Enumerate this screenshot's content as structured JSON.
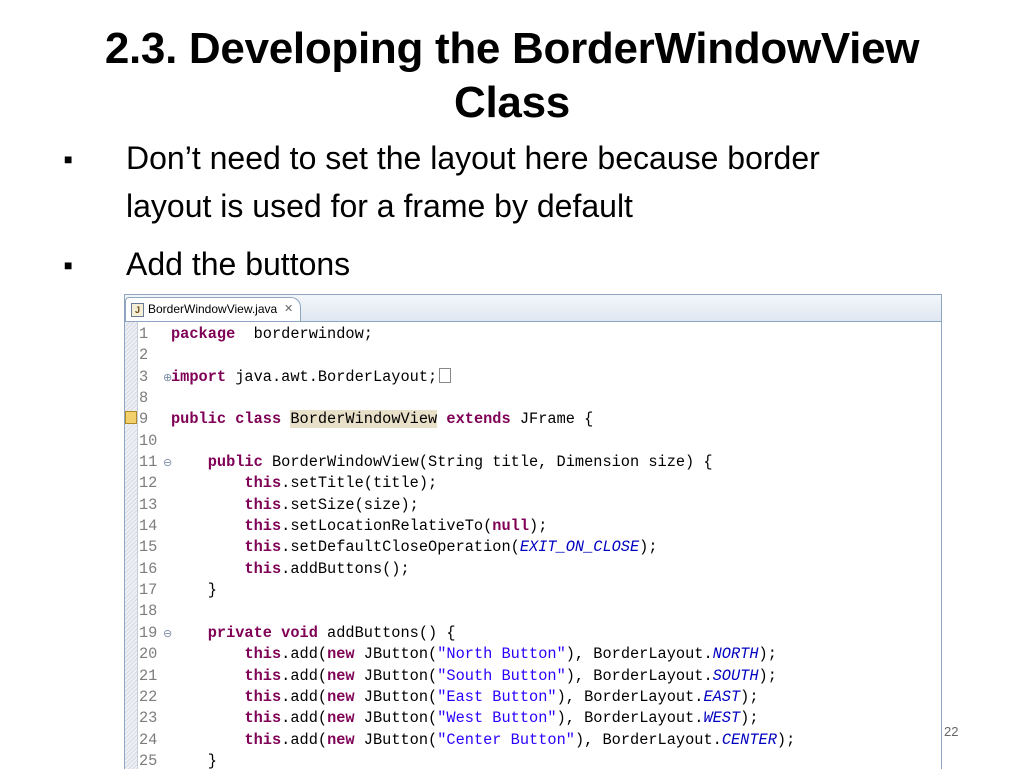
{
  "slide": {
    "title_line1": "2.3. Developing the BorderWindowView",
    "title_line2": "Class",
    "bullets": [
      "Don’t need to set the layout here because border",
      "layout is used for a frame by default",
      "Add the buttons"
    ],
    "bullet_symbol": "■",
    "page_number": "22"
  },
  "editor": {
    "tab_label": "BorderWindowView.java",
    "tab_icon": "java-file-icon",
    "close_glyph": "✕",
    "lines": [
      {
        "n": "1",
        "fold": "",
        "segs": [
          [
            "kw",
            "package"
          ],
          [
            "",
            "  borderwindow;"
          ]
        ]
      },
      {
        "n": "2",
        "fold": "",
        "segs": []
      },
      {
        "n": "3",
        "fold": "⊕",
        "segs": [
          [
            "kw",
            "import"
          ],
          [
            "",
            " java.awt.BorderLayout;"
          ]
        ],
        "folded": true
      },
      {
        "n": "8",
        "fold": "",
        "segs": []
      },
      {
        "n": "9",
        "fold": "",
        "segs": [
          [
            "kw",
            "public class "
          ],
          [
            "hl",
            "BorderWindowView"
          ],
          [
            "",
            " "
          ],
          [
            "kw",
            "extends"
          ],
          [
            "",
            " JFrame {"
          ]
        ]
      },
      {
        "n": "10",
        "fold": "",
        "segs": []
      },
      {
        "n": "11",
        "fold": "⊖",
        "segs": [
          [
            "",
            "    "
          ],
          [
            "kw",
            "public"
          ],
          [
            "",
            " BorderWindowView(String title, Dimension size) {"
          ]
        ]
      },
      {
        "n": "12",
        "fold": "",
        "segs": [
          [
            "",
            "        "
          ],
          [
            "kw",
            "this"
          ],
          [
            "",
            ".setTitle(title);"
          ]
        ]
      },
      {
        "n": "13",
        "fold": "",
        "segs": [
          [
            "",
            "        "
          ],
          [
            "kw",
            "this"
          ],
          [
            "",
            ".setSize(size);"
          ]
        ]
      },
      {
        "n": "14",
        "fold": "",
        "segs": [
          [
            "",
            "        "
          ],
          [
            "kw",
            "this"
          ],
          [
            "",
            ".setLocationRelativeTo("
          ],
          [
            "kw",
            "null"
          ],
          [
            "",
            ");"
          ]
        ]
      },
      {
        "n": "15",
        "fold": "",
        "segs": [
          [
            "",
            "        "
          ],
          [
            "kw",
            "this"
          ],
          [
            "",
            ".setDefaultCloseOperation("
          ],
          [
            "const",
            "EXIT_ON_CLOSE"
          ],
          [
            "",
            ");"
          ]
        ]
      },
      {
        "n": "16",
        "fold": "",
        "segs": [
          [
            "",
            "        "
          ],
          [
            "kw",
            "this"
          ],
          [
            "",
            ".addButtons();"
          ]
        ]
      },
      {
        "n": "17",
        "fold": "",
        "segs": [
          [
            "",
            "    }"
          ]
        ]
      },
      {
        "n": "18",
        "fold": "",
        "segs": []
      },
      {
        "n": "19",
        "fold": "⊖",
        "segs": [
          [
            "",
            "    "
          ],
          [
            "kw",
            "private void"
          ],
          [
            "",
            " addButtons() {"
          ]
        ]
      },
      {
        "n": "20",
        "fold": "",
        "segs": [
          [
            "",
            "        "
          ],
          [
            "kw",
            "this"
          ],
          [
            "",
            ".add("
          ],
          [
            "kw",
            "new"
          ],
          [
            "",
            " JButton("
          ],
          [
            "str",
            "\"North Button\""
          ],
          [
            "",
            "), BorderLayout."
          ],
          [
            "const",
            "NORTH"
          ],
          [
            "",
            ");"
          ]
        ]
      },
      {
        "n": "21",
        "fold": "",
        "segs": [
          [
            "",
            "        "
          ],
          [
            "kw",
            "this"
          ],
          [
            "",
            ".add("
          ],
          [
            "kw",
            "new"
          ],
          [
            "",
            " JButton("
          ],
          [
            "str",
            "\"South Button\""
          ],
          [
            "",
            "), BorderLayout."
          ],
          [
            "const",
            "SOUTH"
          ],
          [
            "",
            ");"
          ]
        ]
      },
      {
        "n": "22",
        "fold": "",
        "segs": [
          [
            "",
            "        "
          ],
          [
            "kw",
            "this"
          ],
          [
            "",
            ".add("
          ],
          [
            "kw",
            "new"
          ],
          [
            "",
            " JButton("
          ],
          [
            "str",
            "\"East Button\""
          ],
          [
            "",
            "), BorderLayout."
          ],
          [
            "const",
            "EAST"
          ],
          [
            "",
            ");"
          ]
        ]
      },
      {
        "n": "23",
        "fold": "",
        "segs": [
          [
            "",
            "        "
          ],
          [
            "kw",
            "this"
          ],
          [
            "",
            ".add("
          ],
          [
            "kw",
            "new"
          ],
          [
            "",
            " JButton("
          ],
          [
            "str",
            "\"West Button\""
          ],
          [
            "",
            "), BorderLayout."
          ],
          [
            "const",
            "WEST"
          ],
          [
            "",
            ");"
          ]
        ]
      },
      {
        "n": "24",
        "fold": "",
        "segs": [
          [
            "",
            "        "
          ],
          [
            "kw",
            "this"
          ],
          [
            "",
            ".add("
          ],
          [
            "kw",
            "new"
          ],
          [
            "",
            " JButton("
          ],
          [
            "str",
            "\"Center Button\""
          ],
          [
            "",
            "), BorderLayout."
          ],
          [
            "const",
            "CENTER"
          ],
          [
            "",
            ");"
          ]
        ]
      },
      {
        "n": "25",
        "fold": "",
        "segs": [
          [
            "",
            "    }"
          ]
        ]
      }
    ]
  }
}
